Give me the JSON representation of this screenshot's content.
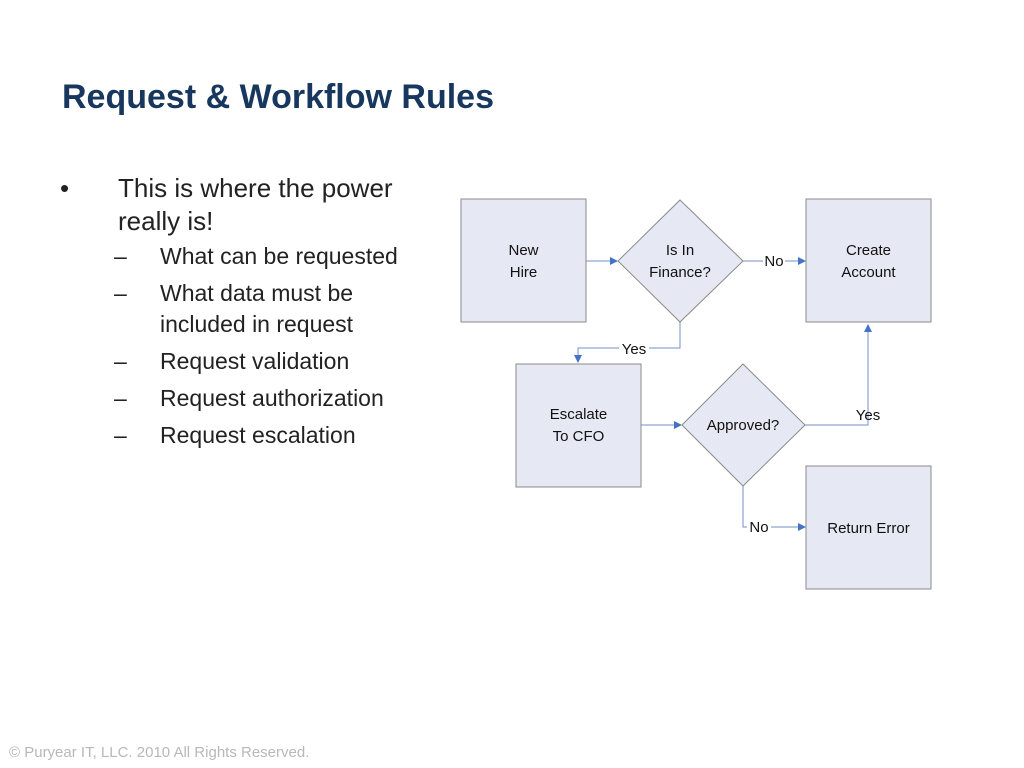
{
  "title": "Request & Workflow Rules",
  "bullets": {
    "main_marker": "•",
    "main_line1": "This is where the power",
    "main_line2": "really is!",
    "sub_marker": "–",
    "sub_items": [
      "What can be requested",
      "What data must be",
      "included in request",
      "Request validation",
      "Request authorization",
      "Request escalation"
    ]
  },
  "flowchart": {
    "nodes": {
      "new_hire": [
        "New",
        "Hire"
      ],
      "is_in_finance": [
        "Is In",
        "Finance?"
      ],
      "create_account": [
        "Create",
        "Account"
      ],
      "escalate_to_cfo": [
        "Escalate",
        "To CFO"
      ],
      "approved": "Approved?",
      "return_error": "Return Error"
    },
    "edge_labels": {
      "finance_no": "No",
      "finance_yes": "Yes",
      "approved_yes": "Yes",
      "approved_no": "No"
    }
  },
  "footer": "© Puryear IT, LLC. 2010 All Rights Reserved.",
  "colors": {
    "title": "#17375e",
    "node_fill": "#e6e9f4",
    "connector": "#6f8fc8",
    "arrowhead": "#4472c4",
    "footer": "#b8b8b8"
  }
}
